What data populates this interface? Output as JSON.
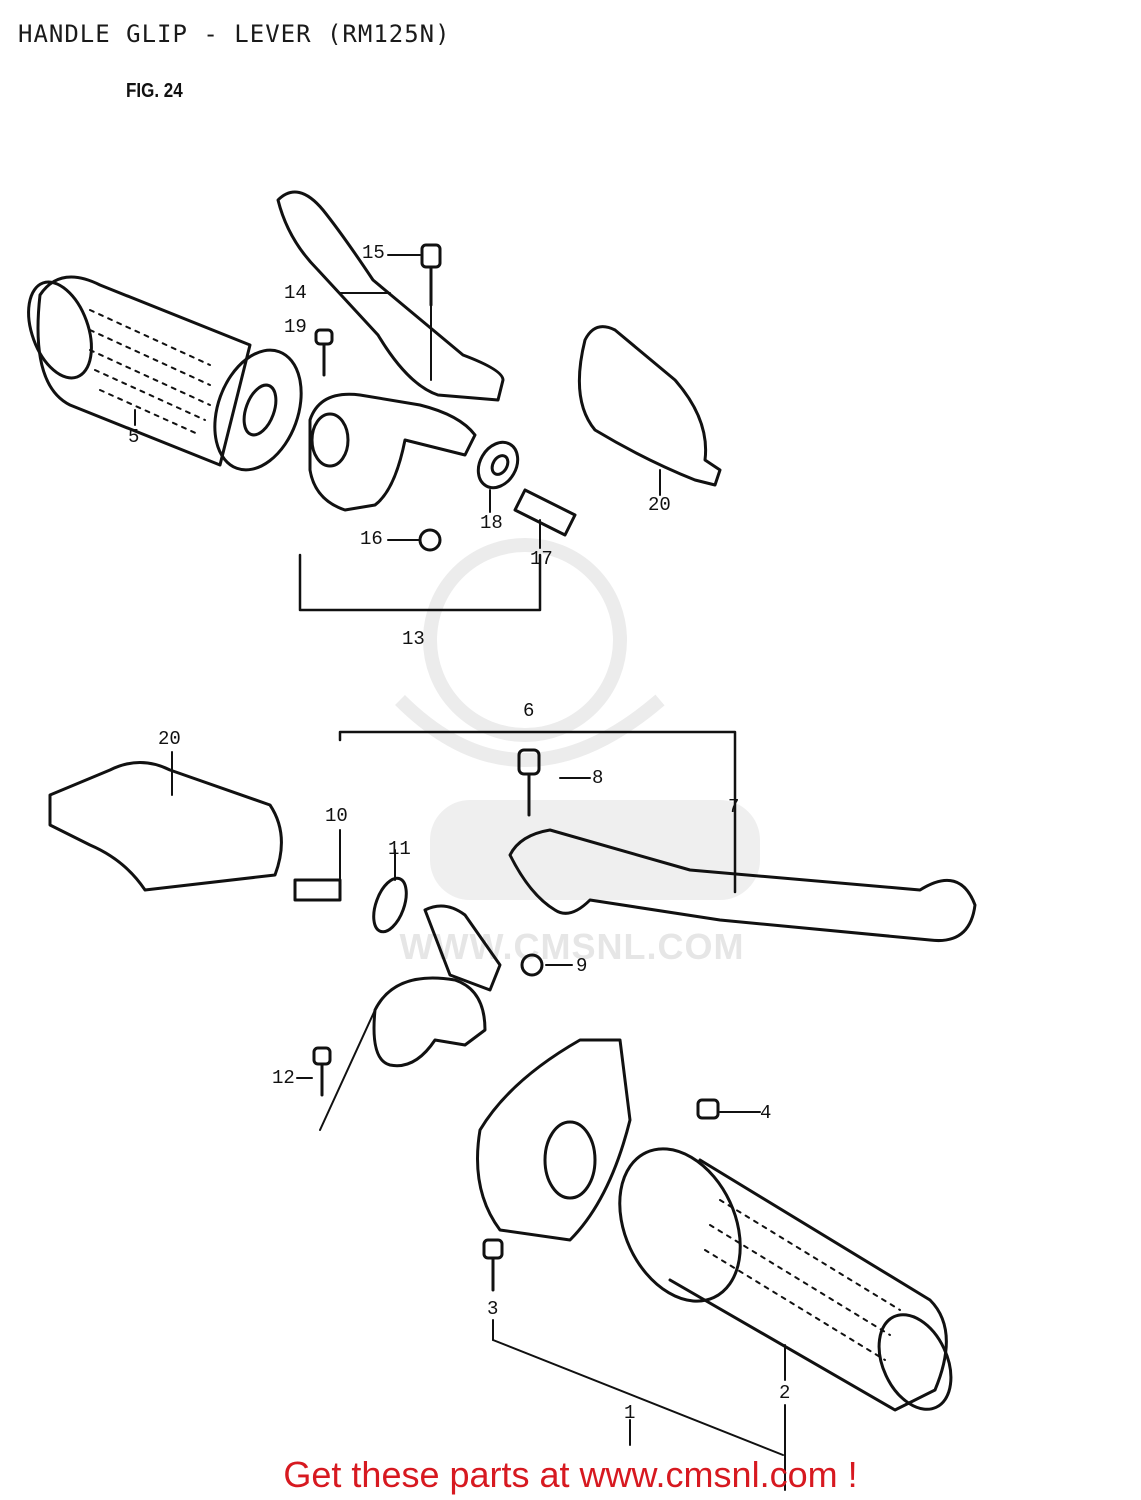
{
  "header": {
    "title": "HANDLE GLIP - LEVER (RM125N)",
    "figure_label": "FIG. 24"
  },
  "diagram": {
    "callouts": [
      "1",
      "2",
      "3",
      "4",
      "5",
      "6",
      "7",
      "8",
      "9",
      "10",
      "11",
      "12",
      "13",
      "14",
      "15",
      "16",
      "17",
      "18",
      "19",
      "20",
      "20"
    ],
    "watermark": "WWW.CMSNL.COM"
  },
  "footer": {
    "text": "Get these parts at www.cmsnl.com !"
  },
  "colors": {
    "footer_text": "#d71920",
    "line_art": "#111111",
    "watermark": "#e6e6e6"
  }
}
